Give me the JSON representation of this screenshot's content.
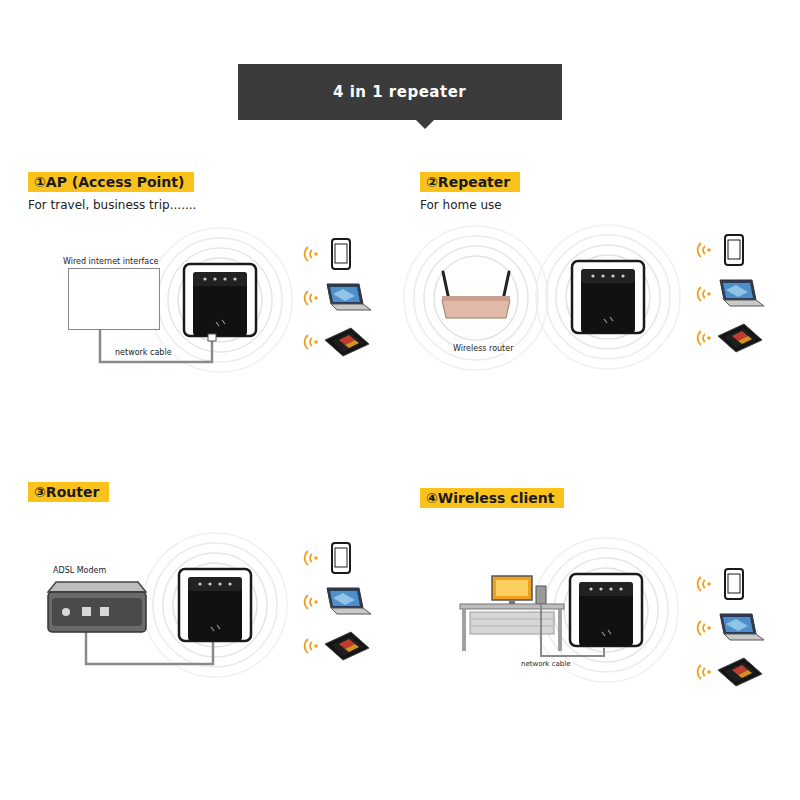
{
  "diagram": {
    "title": "4 in 1 repeater",
    "nodes": [
      {
        "text": [
          "①AP (Access Point)",
          "For travel, business trip......."
        ]
      },
      {
        "text": [
          "②Repeater",
          "For home use"
        ]
      },
      {
        "text": [
          "③Router"
        ]
      },
      {
        "text": [
          "④Wireless client"
        ]
      },
      {
        "text": [
          "Wired internet interface"
        ]
      }
    ],
    "labels": [
      "network cable",
      "Wireless router",
      "ADSL Modem",
      "network cable"
    ]
  }
}
